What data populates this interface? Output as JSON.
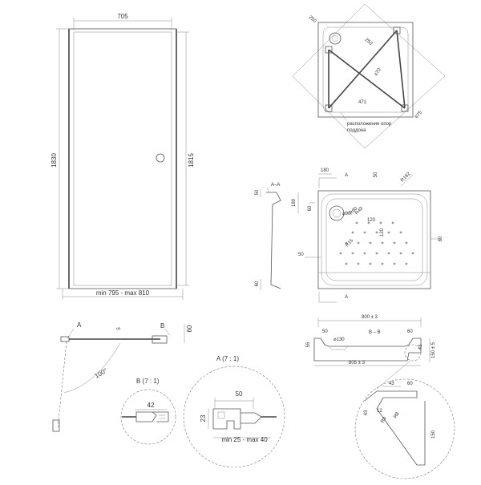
{
  "front_view": {
    "width_top": "705",
    "height_left": "1830",
    "height_right": "1815",
    "width_bottom": "min 795 - max 810"
  },
  "tray_top_view": {
    "dim_corner_a": "250",
    "dim_corner_b": "250",
    "dim_mid": "470",
    "dim_bottom": "471",
    "dim_diag": "675",
    "support_note_line1": "расположение опор",
    "support_note_line2": "поддона"
  },
  "tray_plan_view": {
    "section_label": "A–A",
    "section_mark_top": "A",
    "section_mark_bottom": "A",
    "dim_180_top": "180",
    "dim_50_top": "50",
    "dim_r162": "R162",
    "dim_180_left": "180",
    "dim_50_left_top": "50",
    "dim_50_left_mid": "50",
    "dim_60_left_bottom": "60",
    "dim_60_right": "60",
    "dim_60_right_top": "60",
    "dim_d90": "⌀90",
    "dim_120_a": "120",
    "dim_120_b": "120",
    "dim_r15": "R15",
    "dim_r60": "R60",
    "dim_r43": "R43"
  },
  "tray_section_view": {
    "dim_width_top": "800 ± 3",
    "section_label": "B – B",
    "dim_50_left": "50",
    "dim_60_right": "60",
    "dim_d130": "⌀130",
    "dim_55_left": "55",
    "dim_43": "43",
    "dim_height": "150 ± 5",
    "dim_width_bottom": "805 ± 3"
  },
  "door_plan": {
    "mark_a": "A",
    "mark_b": "B",
    "dim_5": "5",
    "dim_60": "60",
    "angle": "100°"
  },
  "detail_b": {
    "title": "B (7 : 1)",
    "dim_42": "42"
  },
  "detail_a": {
    "title": "A (7 : 1)",
    "dim_50": "50",
    "dim_23": "23",
    "dim_range": "min 25 - max 40"
  },
  "detail_tray_edge": {
    "dim_43": "43",
    "dim_60": "60",
    "dim_43_v": "43",
    "dim_12": "12",
    "dim_r3": "R3",
    "dim_r8": "R8",
    "dim_150": "150"
  }
}
